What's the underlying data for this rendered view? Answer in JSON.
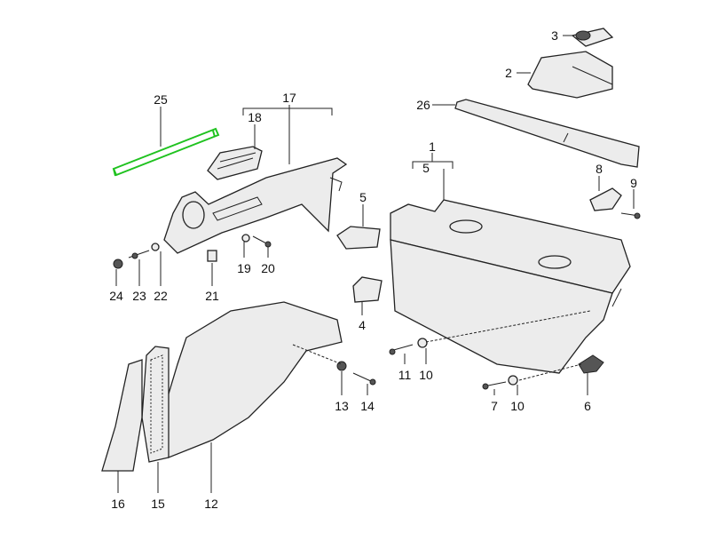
{
  "diagram": {
    "highlighted_part": "25",
    "highlight_color": "#1fc21f",
    "labels": [
      "3",
      "2",
      "26",
      "25",
      "17",
      "18",
      "1",
      "5",
      "8",
      "9",
      "5",
      "24",
      "23",
      "22",
      "21",
      "19",
      "20",
      "4",
      "11",
      "10",
      "7",
      "10",
      "6",
      "13",
      "14",
      "16",
      "15",
      "12"
    ]
  }
}
